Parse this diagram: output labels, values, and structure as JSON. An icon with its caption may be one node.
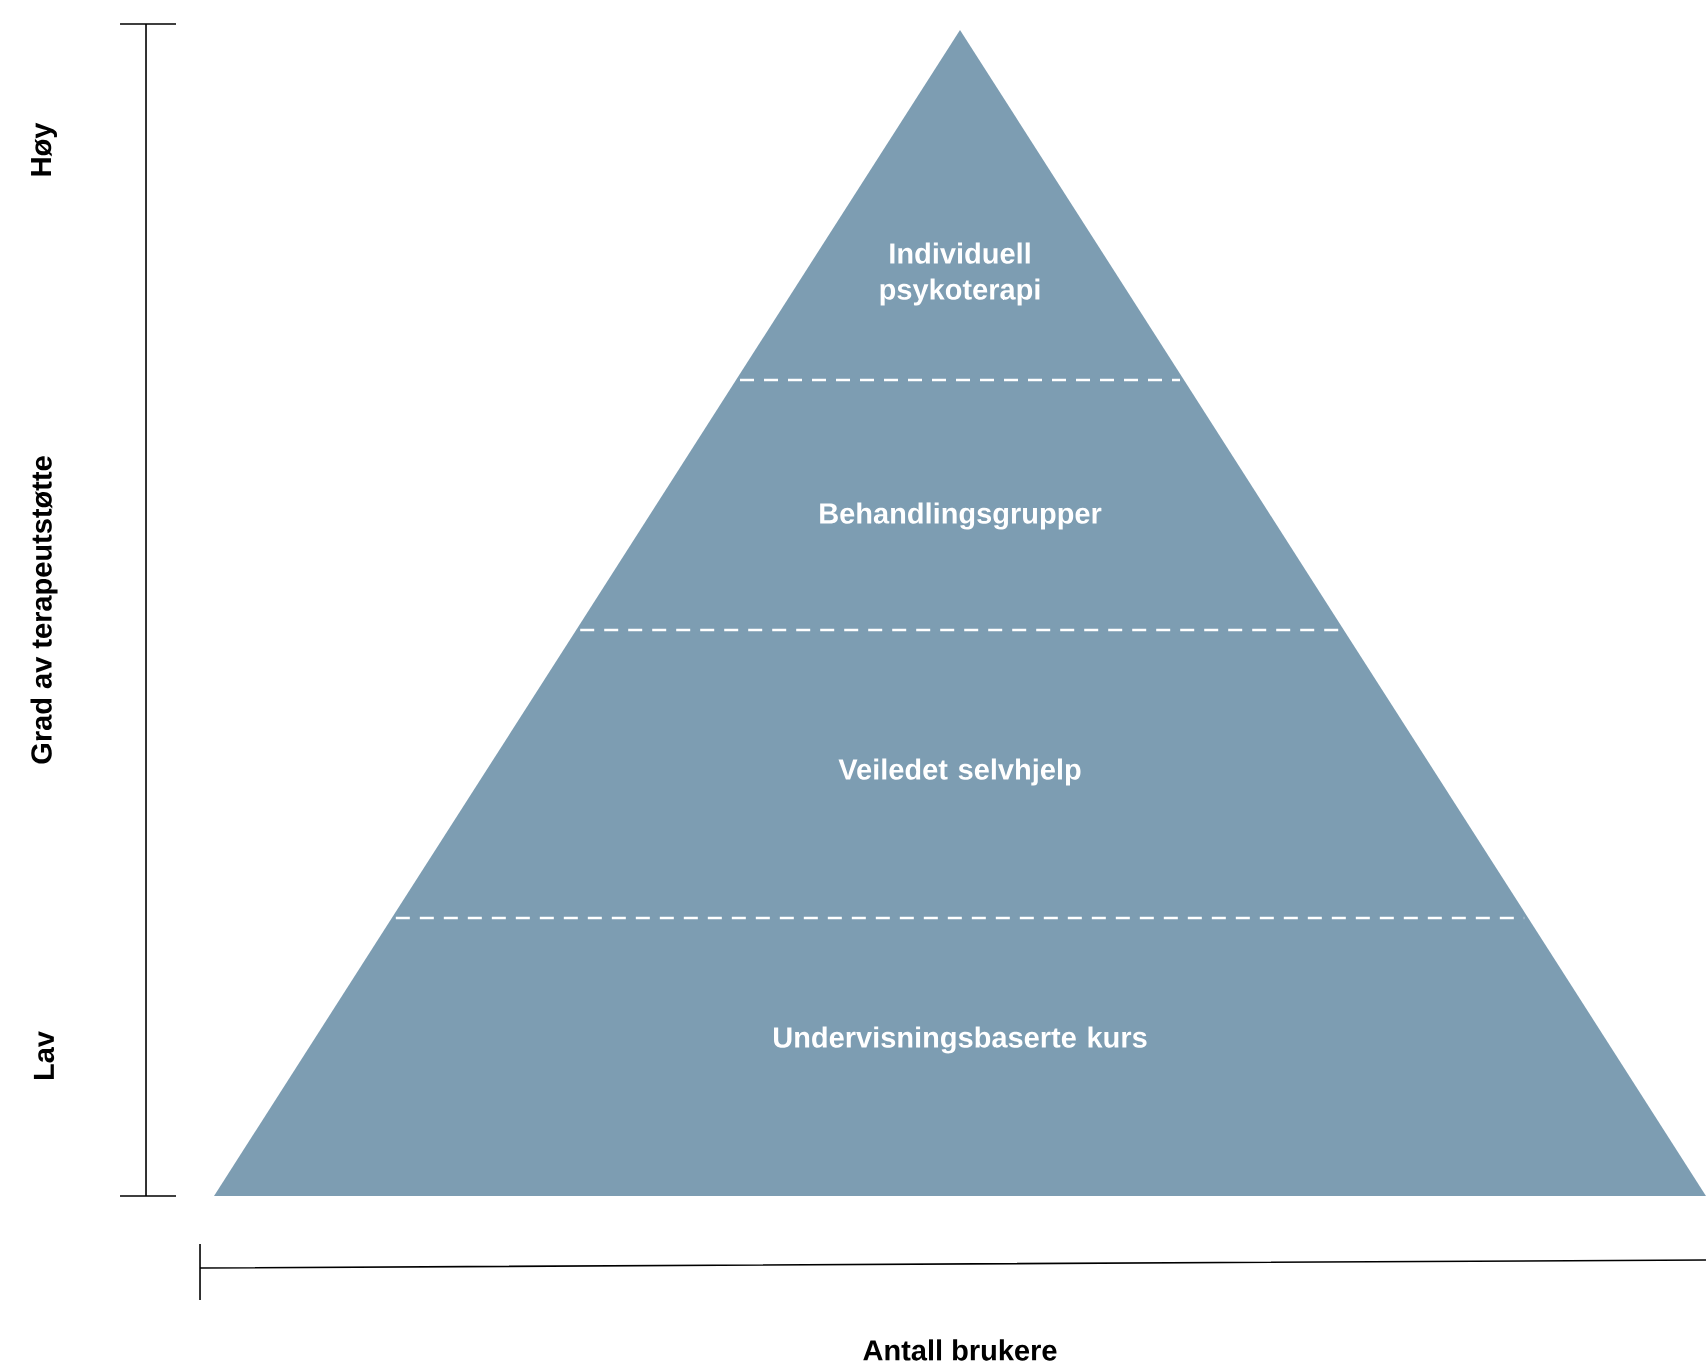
{
  "diagram": {
    "nodes": [
      {
        "text": [
          "Individuell psykoterapi"
        ]
      },
      {
        "text": [
          "Behandlingsgrupper"
        ]
      },
      {
        "text": [
          "Veiledet selvhjelp"
        ]
      },
      {
        "text": [
          "Undervisningsbaserte kurs"
        ]
      }
    ],
    "labels": [
      "Høy",
      "Grad av terapeutstøtte",
      "Lav",
      "Antall brukere"
    ]
  }
}
